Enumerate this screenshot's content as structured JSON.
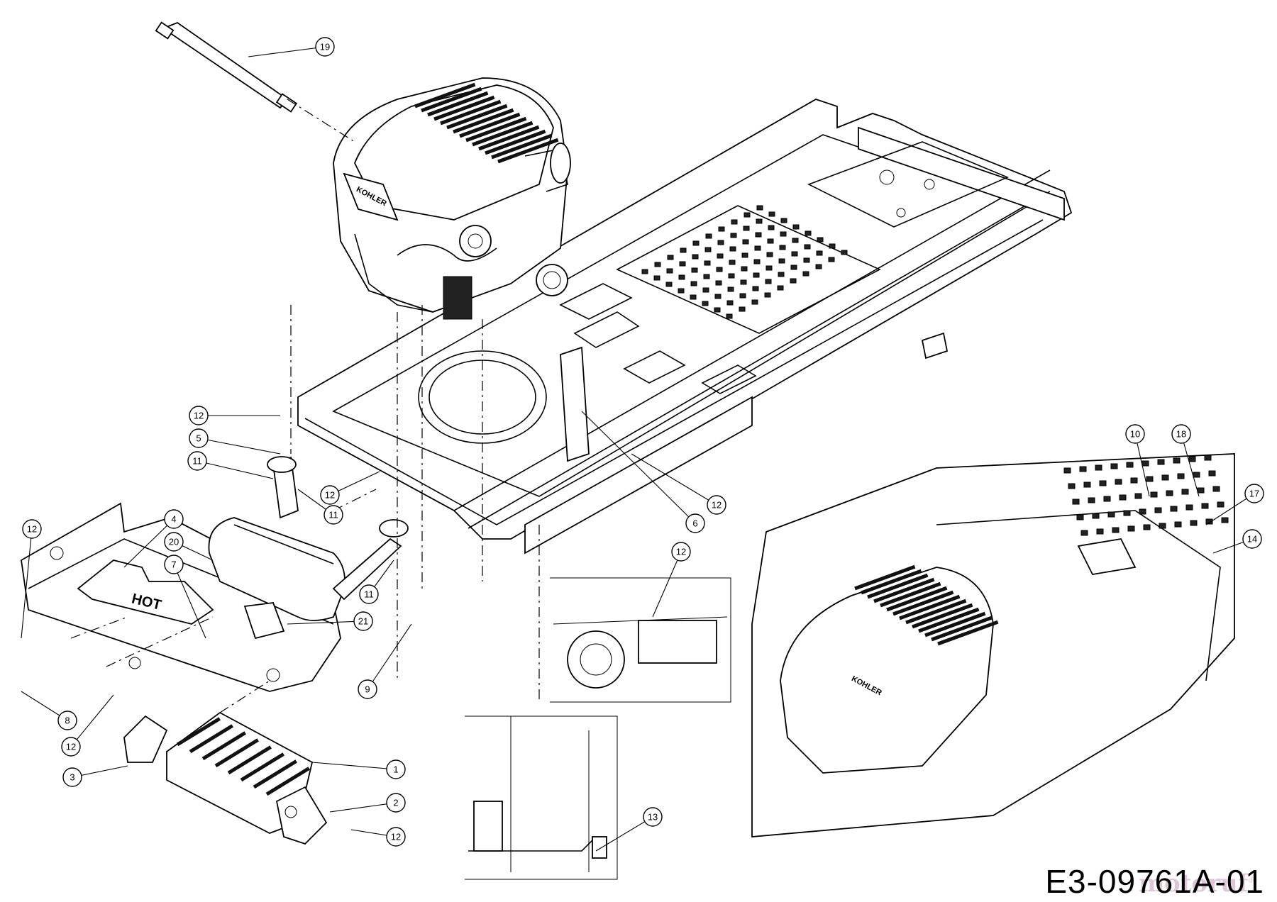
{
  "diagram": {
    "drawing_code": "E3-09761A-01",
    "watermark": "motoruf",
    "watermark_suffix": "de",
    "decals": {
      "engine_brand": "KOHLER",
      "muffler_guard": "HOT"
    },
    "callouts": [
      {
        "label": "19"
      },
      {
        "label": "12"
      },
      {
        "label": "5"
      },
      {
        "label": "11"
      },
      {
        "label": "12"
      },
      {
        "label": "11"
      },
      {
        "label": "6"
      },
      {
        "label": "12"
      },
      {
        "label": "12"
      },
      {
        "label": "4"
      },
      {
        "label": "20"
      },
      {
        "label": "7"
      },
      {
        "label": "11"
      },
      {
        "label": "21"
      },
      {
        "label": "9"
      },
      {
        "label": "8"
      },
      {
        "label": "12"
      },
      {
        "label": "3"
      },
      {
        "label": "1"
      },
      {
        "label": "2"
      },
      {
        "label": "12"
      },
      {
        "label": "12"
      },
      {
        "label": "13"
      },
      {
        "label": "10"
      },
      {
        "label": "18"
      },
      {
        "label": "17"
      },
      {
        "label": "14"
      }
    ]
  }
}
